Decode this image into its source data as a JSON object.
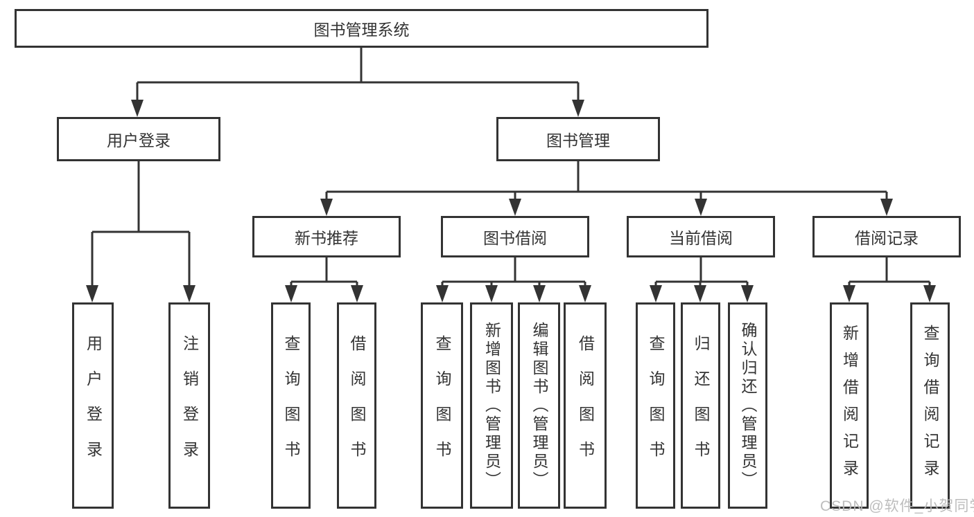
{
  "diagram": {
    "root": {
      "label": "图书管理系统"
    },
    "branches": [
      {
        "label": "用户登录",
        "leaves": [
          {
            "label": "用户登录"
          },
          {
            "label": "注销登录"
          }
        ]
      },
      {
        "label": "图书管理",
        "groups": [
          {
            "label": "新书推荐",
            "leaves": [
              {
                "label": "查询图书"
              },
              {
                "label": "借阅图书"
              }
            ]
          },
          {
            "label": "图书借阅",
            "leaves": [
              {
                "label": "查询图书"
              },
              {
                "label": "新增图书（管理员）"
              },
              {
                "label": "编辑图书（管理员）"
              },
              {
                "label": "借阅图书"
              }
            ]
          },
          {
            "label": "当前借阅",
            "leaves": [
              {
                "label": "查询图书"
              },
              {
                "label": "归还图书"
              },
              {
                "label": "确认归还（管理员）"
              }
            ]
          },
          {
            "label": "借阅记录",
            "leaves": [
              {
                "label": "新增借阅记录"
              },
              {
                "label": "查询借阅记录"
              }
            ]
          }
        ]
      }
    ],
    "watermark": "CSDN @软件_小贺同学",
    "colors": {
      "line": "#333333",
      "text": "#333333",
      "background": "#ffffff",
      "watermark": "#b9b9b9"
    }
  }
}
